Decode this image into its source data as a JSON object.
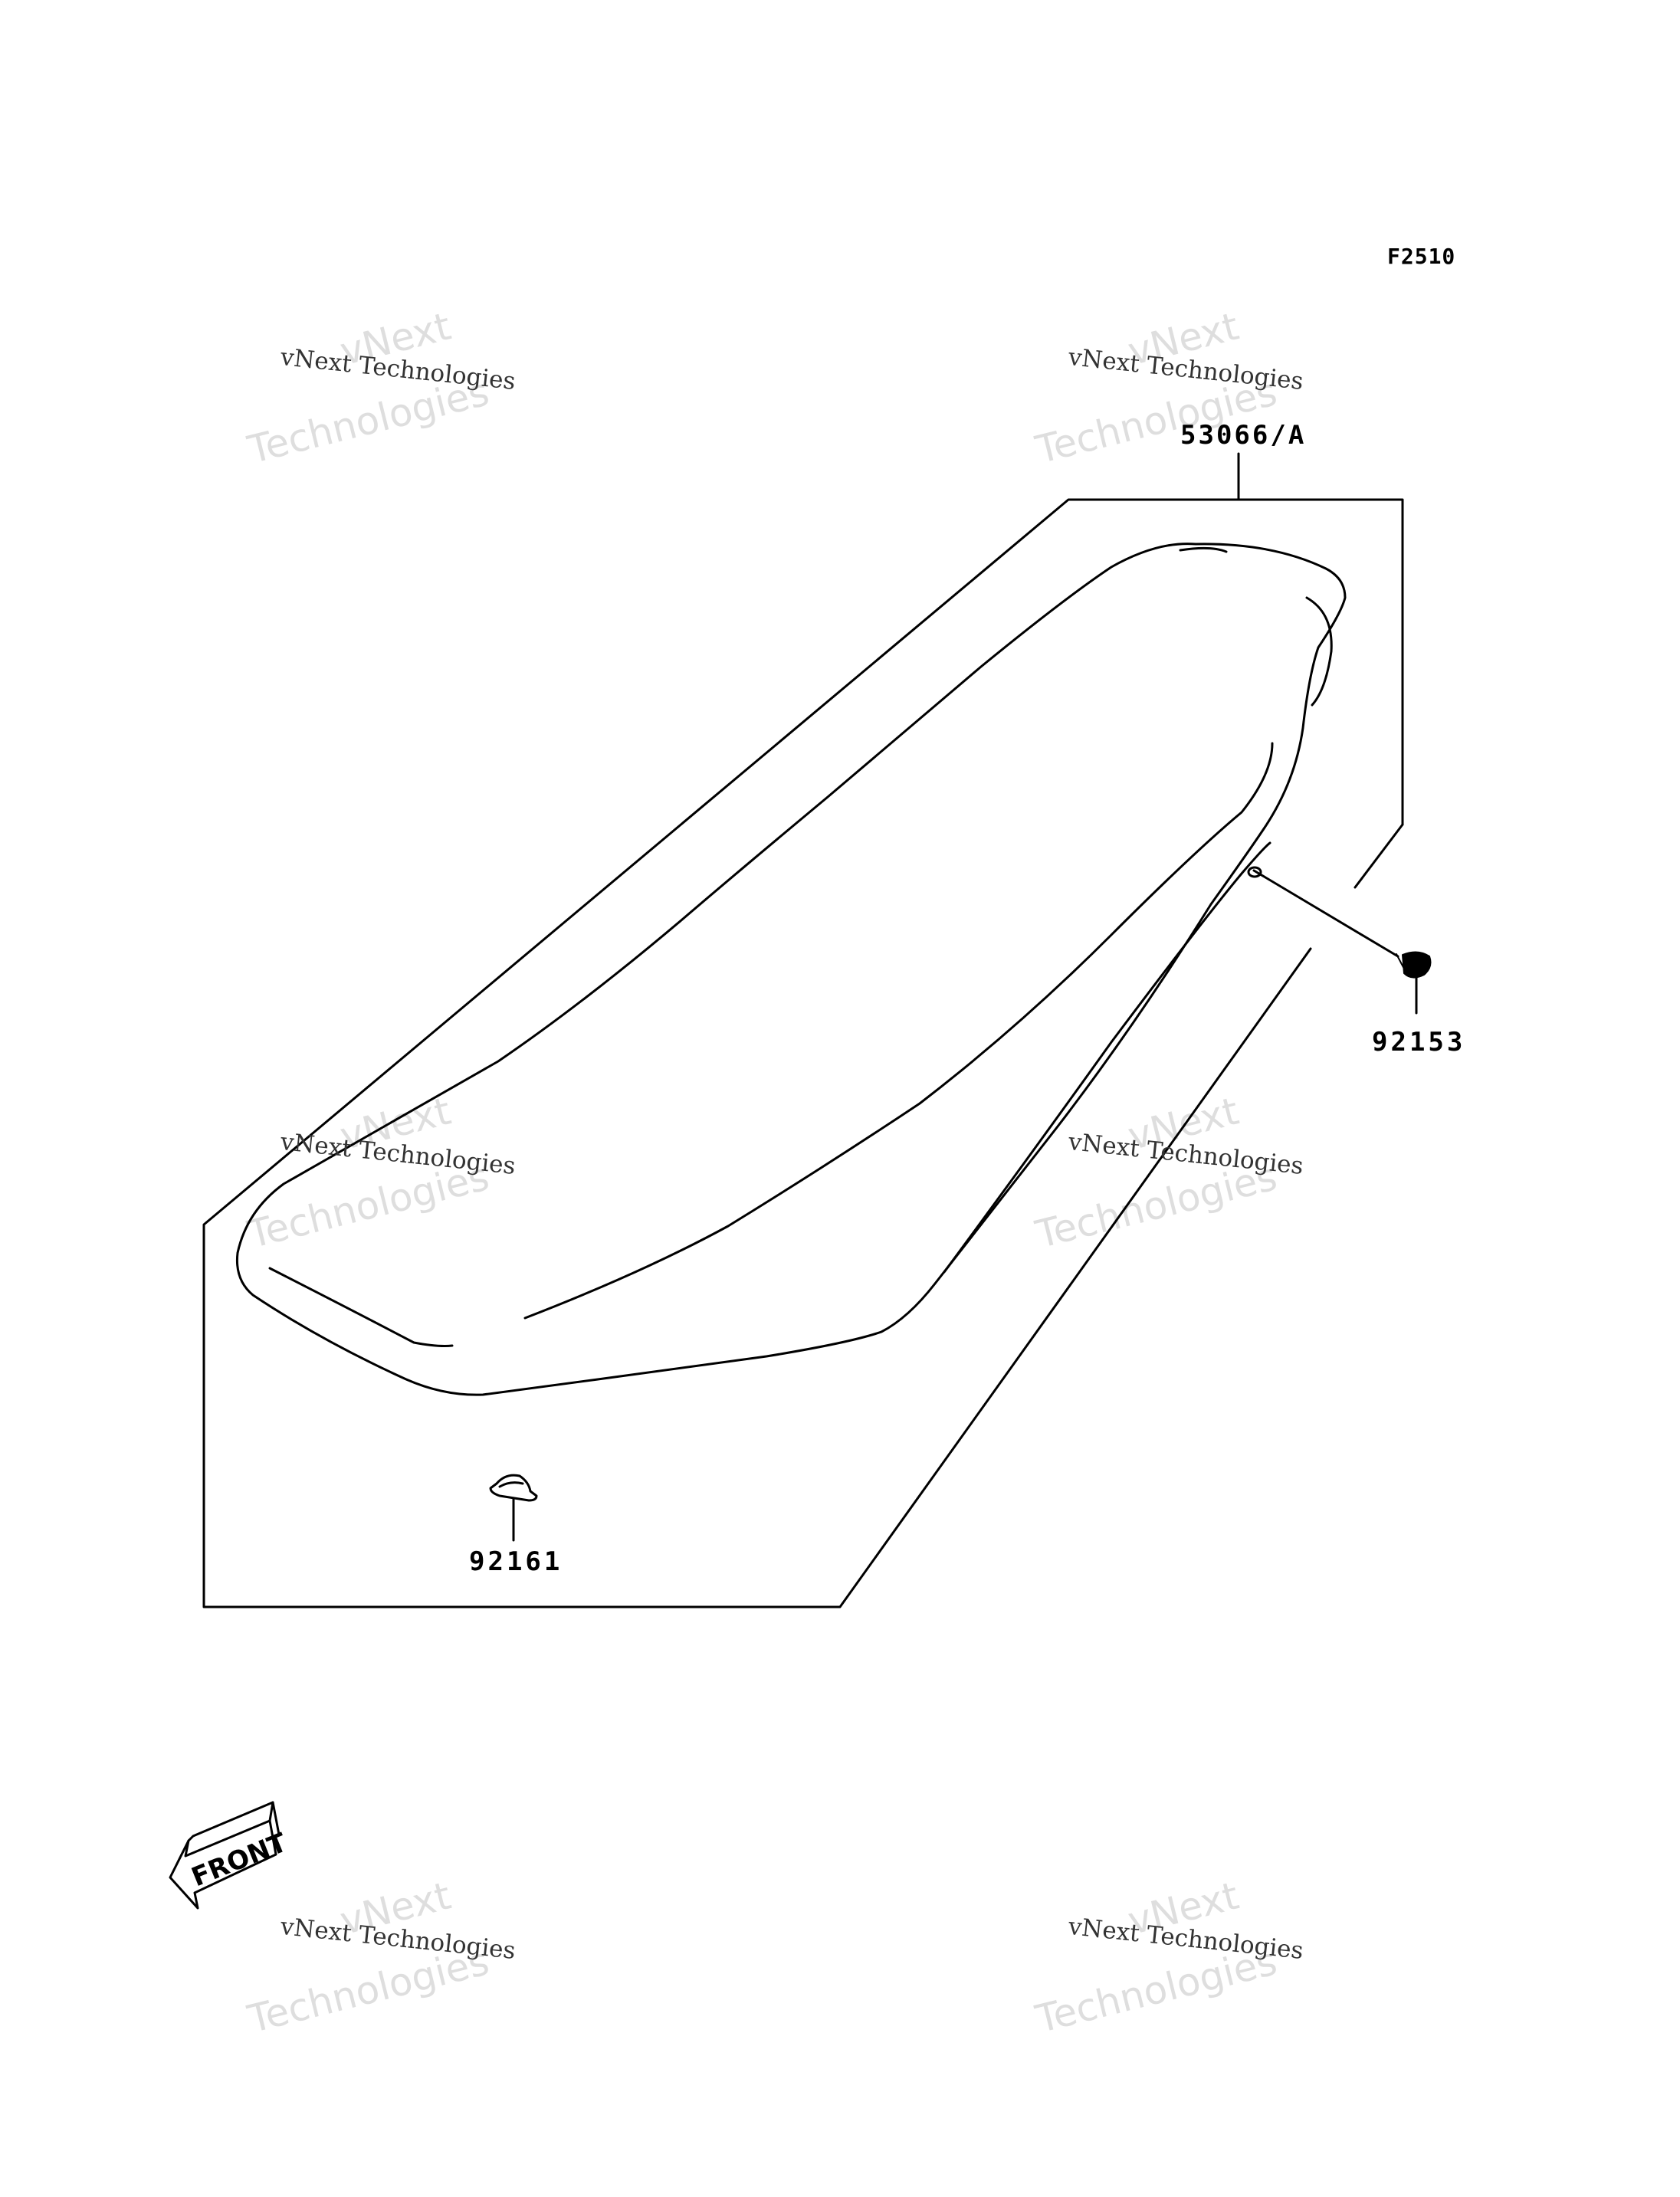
{
  "diagram": {
    "code": "F2510",
    "parts": [
      {
        "number": "53066/A"
      },
      {
        "number": "92153"
      },
      {
        "number": "92161"
      }
    ],
    "front_label": "FRONT"
  },
  "watermark": {
    "line_small": "vNext Technologies",
    "line_big_a": "vNext",
    "line_big_b": "Technologies"
  }
}
